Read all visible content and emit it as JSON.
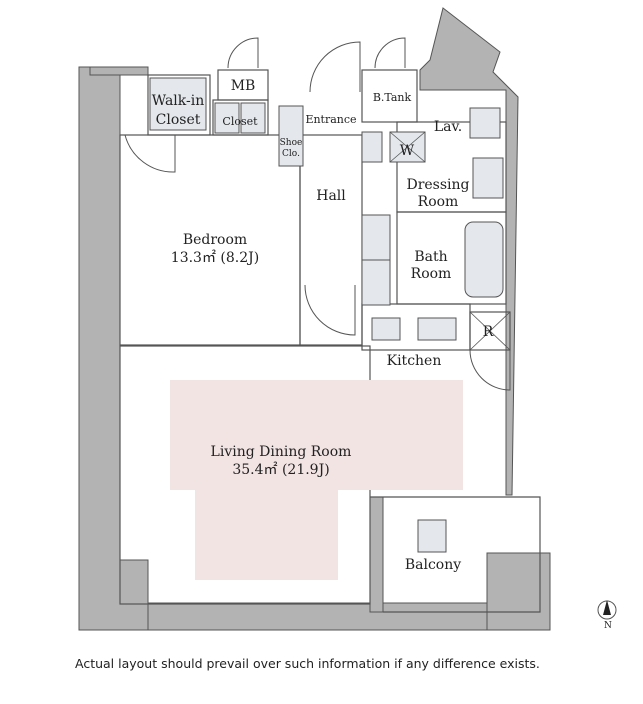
{
  "rooms": {
    "walk_in_closet": [
      "Walk-in",
      "Closet"
    ],
    "mb": "MB",
    "closet": "Closet",
    "b_tank": "B.Tank",
    "entrance": "Entrance",
    "shoe_closet": [
      "Shoe",
      "Clo."
    ],
    "lav": "Lav.",
    "w": "W",
    "dressing_room": [
      "Dressing",
      "Room"
    ],
    "hall": "Hall",
    "bedroom": [
      "Bedroom",
      "13.3㎡ (8.2J)"
    ],
    "bath_room": [
      "Bath",
      "Room"
    ],
    "r": "R",
    "kitchen": "Kitchen",
    "living_dining": [
      "Living Dining Room",
      "35.4㎡ (21.9J)"
    ],
    "balcony": "Balcony"
  },
  "compass": {
    "label": "N"
  },
  "colors": {
    "wall": "#b3b3b3",
    "wall_stroke": "#555555",
    "highlight": "#f3e4e4",
    "fixture_fill": "#e4e8ec"
  },
  "disclaimer": "Actual layout should prevail over such information if any difference exists."
}
